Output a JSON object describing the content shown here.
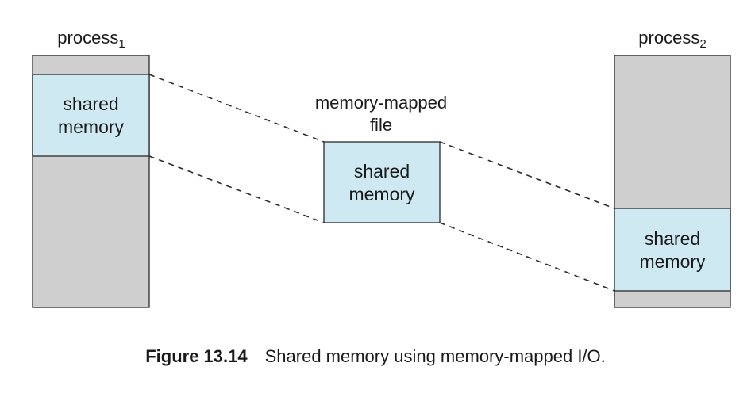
{
  "process1": {
    "name": "process",
    "subscript": "1"
  },
  "process2": {
    "name": "process",
    "subscript": "2"
  },
  "file": {
    "label_line1": "memory-mapped",
    "label_line2": "file"
  },
  "shared": {
    "line1": "shared",
    "line2": "memory"
  },
  "caption": {
    "figure": "Figure 13.14",
    "text": "Shared memory using memory-mapped I/O."
  },
  "colors": {
    "process_fill": "#cfcfcf",
    "shared_fill": "#cfe9f2",
    "stroke": "#2a2a2a"
  }
}
